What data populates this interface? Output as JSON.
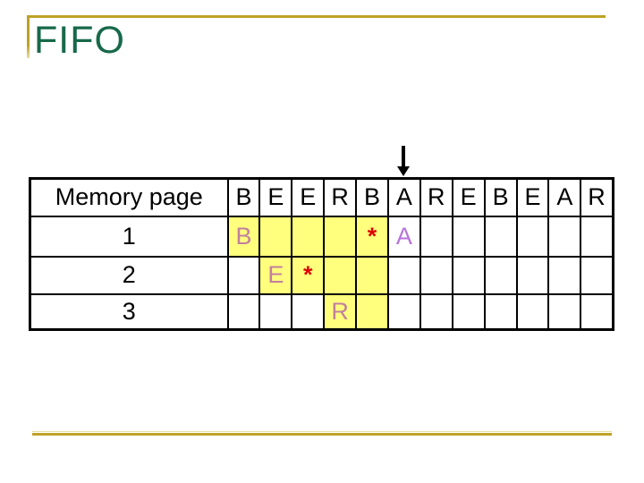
{
  "title": "FIFO",
  "icons": {
    "current_position_arrow": "down-arrow"
  },
  "table": {
    "header_label": "Memory page",
    "reference_string": [
      "B",
      "E",
      "E",
      "R",
      "B",
      "A",
      "R",
      "E",
      "B",
      "E",
      "A",
      "R"
    ],
    "arrow_points_to_column": 6,
    "rows": [
      {
        "label": "1",
        "cells": [
          {
            "text": "B",
            "fill": true,
            "color": "page_letter"
          },
          {
            "text": "",
            "fill": true
          },
          {
            "text": "",
            "fill": true
          },
          {
            "text": "",
            "fill": true
          },
          {
            "text": "*",
            "fill": true,
            "color": "fault_star"
          },
          {
            "text": "A",
            "fill": false,
            "color": "incoming_letter"
          },
          {
            "text": ""
          },
          {
            "text": ""
          },
          {
            "text": ""
          },
          {
            "text": ""
          },
          {
            "text": ""
          },
          {
            "text": ""
          }
        ]
      },
      {
        "label": "2",
        "cells": [
          {
            "text": ""
          },
          {
            "text": "E",
            "fill": true,
            "color": "page_letter"
          },
          {
            "text": "*",
            "fill": true,
            "color": "fault_star"
          },
          {
            "text": "",
            "fill": true
          },
          {
            "text": "",
            "fill": true
          },
          {
            "text": ""
          },
          {
            "text": ""
          },
          {
            "text": ""
          },
          {
            "text": ""
          },
          {
            "text": ""
          },
          {
            "text": ""
          },
          {
            "text": ""
          }
        ]
      },
      {
        "label": "3",
        "cells": [
          {
            "text": ""
          },
          {
            "text": ""
          },
          {
            "text": ""
          },
          {
            "text": "R",
            "fill": true,
            "color": "page_letter"
          },
          {
            "text": "",
            "fill": true
          },
          {
            "text": ""
          },
          {
            "text": ""
          },
          {
            "text": ""
          },
          {
            "text": ""
          },
          {
            "text": ""
          },
          {
            "text": ""
          },
          {
            "text": ""
          }
        ]
      }
    ]
  },
  "colors": {
    "title_green": "#17694A",
    "rule_gold": "#BFA227",
    "rule_gold_light": "#E7DDA8",
    "cell_fill_yellow": "#FFFF7D",
    "page_letter": "#C1809E",
    "fault_star": "#DE0000",
    "incoming_letter": "#B873DC",
    "table_border": "#000000"
  }
}
